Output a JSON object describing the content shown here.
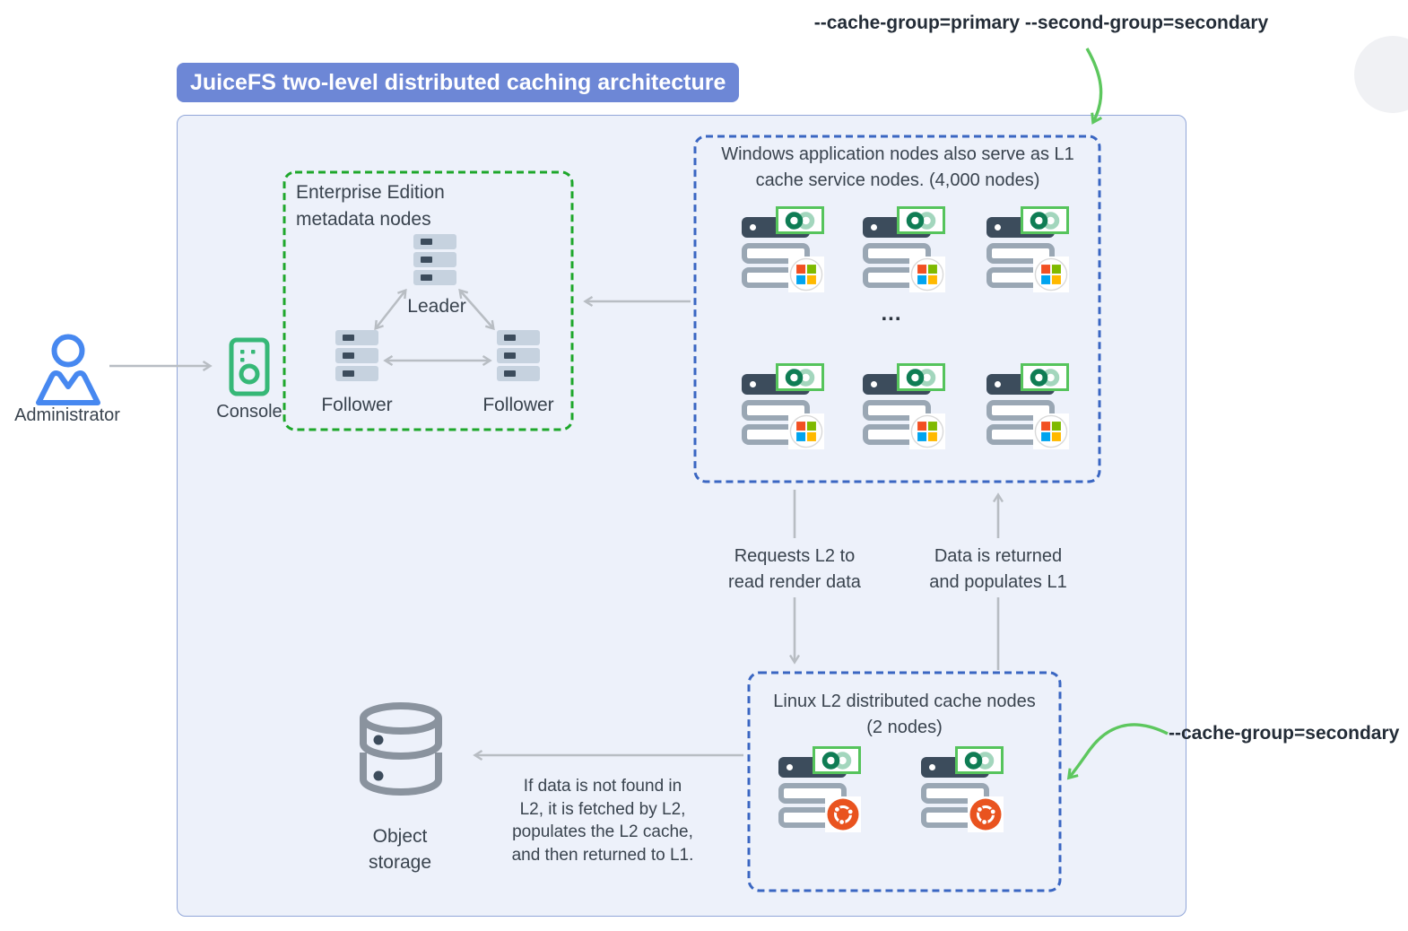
{
  "title": "JuiceFS two-level distributed caching architecture",
  "annotations": {
    "primary": "--cache-group=primary --second-group=secondary",
    "secondary": "--cache-group=secondary"
  },
  "admin": {
    "label": "Administrator"
  },
  "console": {
    "label": "Console"
  },
  "metadata": {
    "title1": "Enterprise Edition",
    "title2": "metadata nodes",
    "leader": "Leader",
    "follower_left": "Follower",
    "follower_right": "Follower"
  },
  "windows": {
    "title1": "Windows application nodes also serve as L1",
    "title2": "cache service nodes. (4,000 nodes)",
    "ellipsis": "..."
  },
  "linux": {
    "title1": "Linux L2 distributed cache nodes",
    "title2": "(2 nodes)"
  },
  "storage": {
    "label1": "Object",
    "label2": "storage"
  },
  "flows": {
    "requests1": "Requests L2 to",
    "requests2": "read render data",
    "returns1": "Data is returned",
    "returns2": "and populates L1",
    "fallback1": "If data is not found in",
    "fallback2": "L2, it is fetched by L2,",
    "fallback3": "populates the L2 cache,",
    "fallback4": "and then returned to L1."
  },
  "colors": {
    "banner_bg": "#6d87d6",
    "container_bg": "#edf1fa",
    "container_border": "#92a7d9",
    "blue_dash": "#3a66c2",
    "green_dash": "#1ea72b",
    "green_arrow": "#5dc75e",
    "gray_arrow": "#b8bdc3",
    "person_blue": "#4788f0",
    "console_green": "#36b877",
    "server_dark": "#3c4c5c",
    "server_gray": "#9aa7b4",
    "rack_light": "#c6d2df",
    "storage_gray": "#8a939e",
    "juicefs_green": "#56c45c",
    "ubuntu_orange": "#e9531f",
    "windows_red": "#f25022",
    "windows_green": "#7fba00",
    "windows_blue": "#00a4ef",
    "windows_yellow": "#ffb900"
  }
}
